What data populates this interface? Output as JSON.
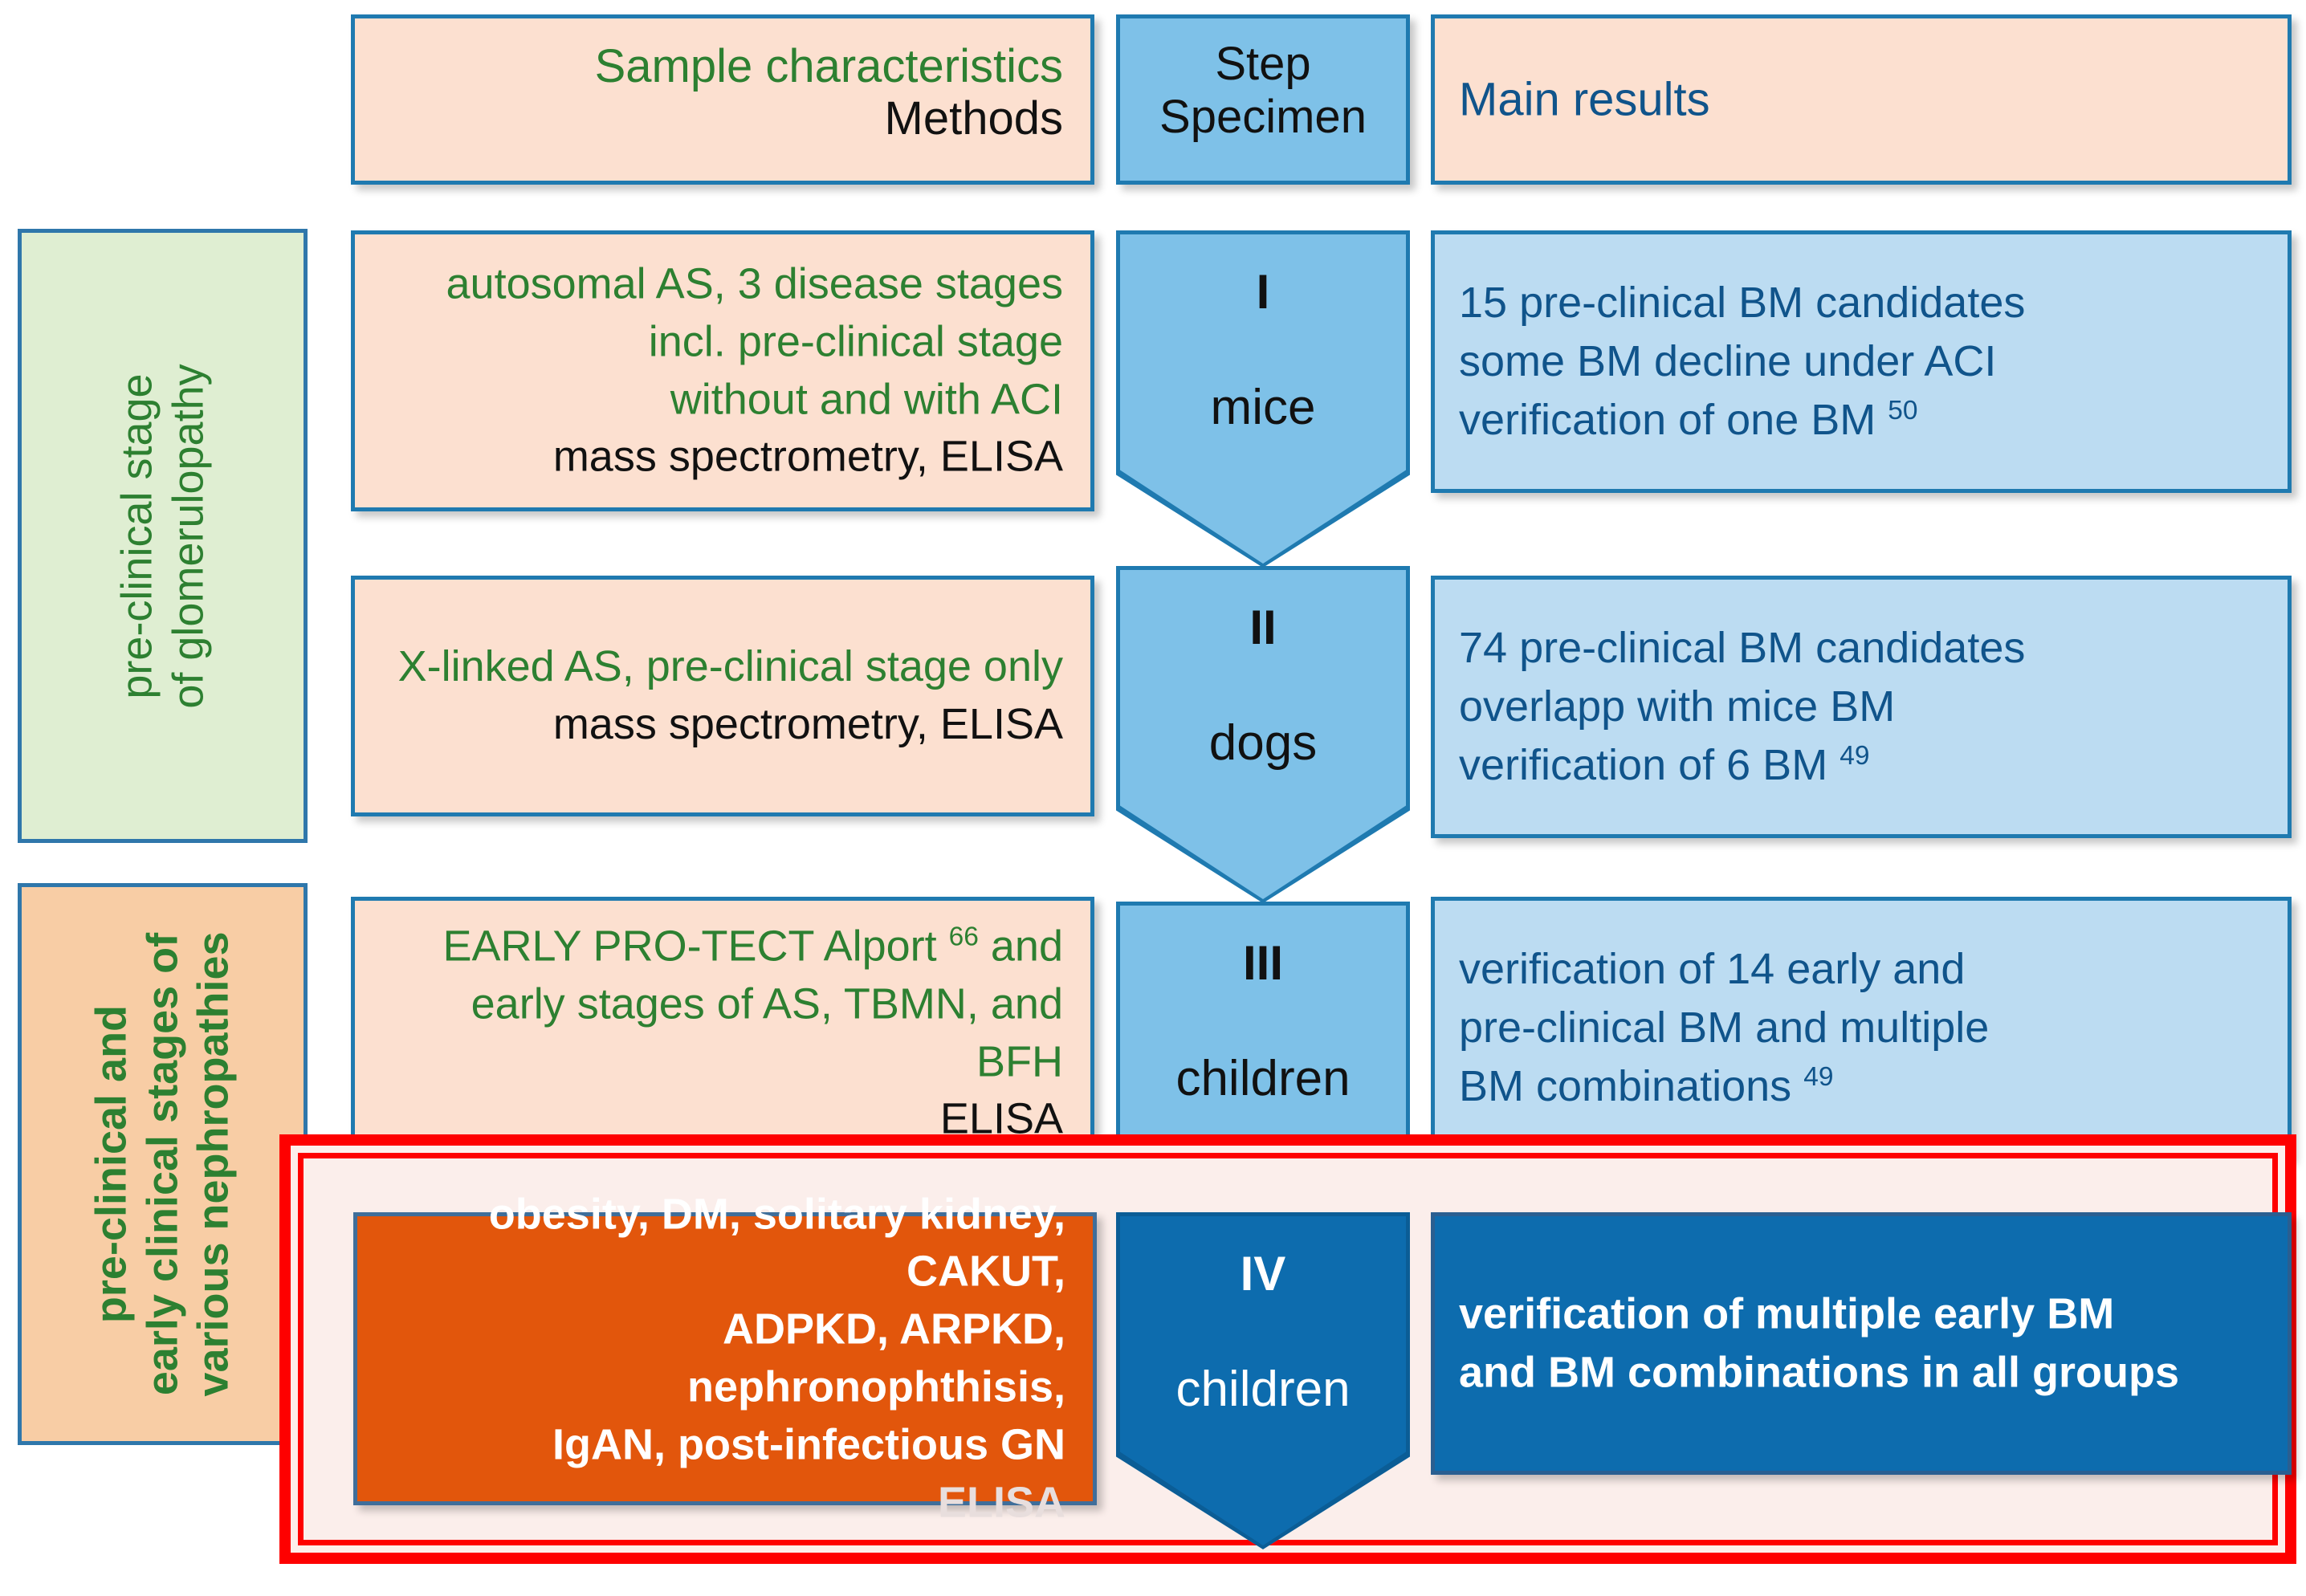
{
  "header": {
    "characteristics_line1": "Sample characteristics",
    "characteristics_line2": "Methods",
    "step_line1": "Step",
    "step_line2": "Specimen",
    "results": "Main results"
  },
  "left_groups": [
    {
      "id": "pre-clinical-glomerulopathy",
      "line1": "pre-clinical stage",
      "line2": "of glomerulopathy",
      "bg_color": "#dfeed2",
      "text_color": "#2d8031"
    },
    {
      "id": "pre-clinical-early-nephropathies",
      "line1": "pre-clinical and",
      "line2": "early clinical stages of",
      "line3": "various nephropathies",
      "bg_color": "#f8cda5",
      "text_color": "#2d8031"
    }
  ],
  "rows": [
    {
      "id": "step-1",
      "characteristics": [
        "autosomal AS, 3 disease stages",
        "incl. pre-clinical stage",
        "without and with ACI"
      ],
      "methods": "mass spectrometry, ELISA",
      "step_roman": "I",
      "step_specimen": "mice",
      "results": [
        "15 pre-clinical BM candidates",
        "some BM decline under ACI",
        "verification of one BM"
      ],
      "results_reference": "50"
    },
    {
      "id": "step-2",
      "characteristics": [
        "X-linked AS, pre-clinical stage only"
      ],
      "methods": "mass spectrometry, ELISA",
      "step_roman": "II",
      "step_specimen": "dogs",
      "results": [
        "74 pre-clinical BM candidates",
        "overlapp with mice BM",
        "verification of 6 BM"
      ],
      "results_reference": "49"
    },
    {
      "id": "step-3",
      "characteristics_rich": {
        "line1_a": "EARLY PRO-TECT Alport ",
        "line1_sup": "66",
        "line1_b": " and",
        "line2": "early stages of AS, TBMN, and BFH"
      },
      "methods": "ELISA",
      "step_roman": "III",
      "step_specimen": "children",
      "results": [
        "verification of 14 early and",
        "pre-clinical BM and multiple",
        "BM combinations"
      ],
      "results_reference": "49"
    },
    {
      "id": "step-4",
      "highlighted": true,
      "characteristics": [
        "obesity, DM, solitary kidney, CAKUT,",
        "ADPKD, ARPKD, nephronophthisis,",
        "IgAN, post-infectious GN"
      ],
      "methods": "ELISA",
      "step_roman": "IV",
      "step_specimen": "children",
      "results": [
        "verification of multiple early BM",
        "and BM combinations in all groups"
      ],
      "results_reference": ""
    }
  ],
  "colors": {
    "border_blue": "#1f7ab0",
    "peach": "#fce0d0",
    "light_blue": "#bcdcf2",
    "step_blue": "#7ec1e8",
    "step_dark_blue": "#0d6cae",
    "orange": "#e2560c",
    "green_text": "#2d8031",
    "blue_text": "#10548b",
    "highlight_red": "#fe0000",
    "left_green": "#dfeed2",
    "left_peach": "#f8cda5"
  }
}
